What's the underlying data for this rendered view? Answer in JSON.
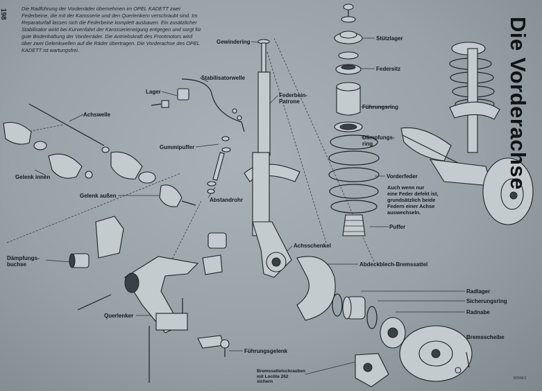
{
  "page": {
    "number": "198",
    "title": "Die Vorderachse",
    "intro": "Die Radführung der Vorderräder übernehmen im OPEL KADETT zwei Federbeine, die mit der Karosserie und den Querlenkern verschraubt sind. Im Reparaturfall lassen sich die Federbeine komplett ausbauen. Ein zusätzlicher Stabilisator wirkt bei Kurvenfahrt der Karosserieneigung entgegen und sorgt für gute Bodenhaftung der Vorderräder. Die Antriebskraft des Frontmotors wird über zwei Gelenkwellen auf die Räder übertragen. Die Vorderachse des OPEL KADETT ist wartungsfrei.",
    "note": "Auch wenn nur\neine Feder defekt ist,\ngrundsätzlich beide\nFedern einer Achse\nauswechseln.",
    "small_print": "B2096/1"
  },
  "labels": {
    "stuetzlager": "Stützlager",
    "federsitz": "Federsitz",
    "gewindering": "Gewindering",
    "stabilisatorwelle": "Stabilisatorwelle",
    "federbein_patrone": "Federbein-\nPatrone",
    "fuehrungsring": "Führungsring",
    "lager": "Lager",
    "achswelle": "Achswelle",
    "daempfungsring": "Dämpfungs-\nring",
    "gummipuffer": "Gummipuffer",
    "vorderfeder": "Vorderfeder",
    "gelenk_innen": "Gelenk innen",
    "gelenk_aussen": "Gelenk außen",
    "abstandrohr": "Abstandrohr",
    "puffer": "Puffer",
    "daempfungsbuchse": "Dämpfungs-\nbuchse",
    "achsschenkel": "Achsschenkel",
    "abdeckblech": "Abdeckblech-Bremssattel",
    "radlager": "Radlager",
    "sicherungsring": "Sicherungsring",
    "radnabe": "Radnabe",
    "querlenker": "Querlenker",
    "bremsscheibe": "Bremsscheibe",
    "fuehrungsgelenk": "Führungsgelenk",
    "bremssattelschrauben": "Bremssattelschrauben\nmit Loctite 262\nsichern"
  }
}
